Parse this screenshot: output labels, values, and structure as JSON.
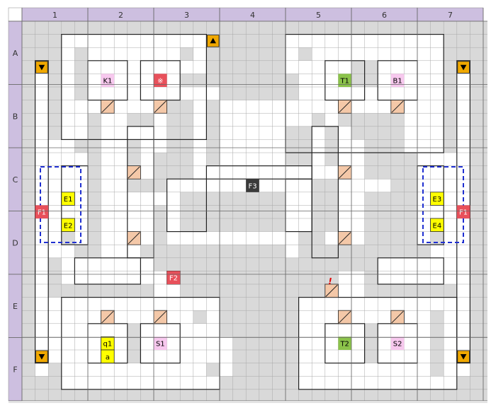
{
  "grid": {
    "columns": [
      "1",
      "2",
      "3",
      "4",
      "5",
      "6",
      "7"
    ],
    "rows": [
      "A",
      "B",
      "C",
      "D",
      "E",
      "F"
    ]
  },
  "colors": {
    "header_bg": "#cdbfe0",
    "floor": "#ffffff",
    "wall": "#d9d9d9",
    "grid_line": "#a8a8a8",
    "wall_edge": "#222222",
    "door": "#f4c8a8",
    "stairs_arrow": "#f0a800",
    "pink_marker": "#f7c8ee",
    "red_marker": "#e8505a",
    "green_marker": "#8bc34a",
    "yellow_marker": "#ffff00",
    "dark_marker": "#3a3a3a",
    "dash": "#1f2fd0"
  },
  "markers": [
    {
      "id": "K1",
      "label": "K1",
      "kind": "pink"
    },
    {
      "id": "X",
      "label": "※",
      "kind": "red"
    },
    {
      "id": "T1",
      "label": "T1",
      "kind": "green"
    },
    {
      "id": "B1",
      "label": "B1",
      "kind": "pink"
    },
    {
      "id": "F3",
      "label": "F3",
      "kind": "dark"
    },
    {
      "id": "E1",
      "label": "E1",
      "kind": "yellow"
    },
    {
      "id": "E2",
      "label": "E2",
      "kind": "yellow"
    },
    {
      "id": "E3",
      "label": "E3",
      "kind": "yellow"
    },
    {
      "id": "E4",
      "label": "E4",
      "kind": "yellow"
    },
    {
      "id": "F1L",
      "label": "F1",
      "kind": "red"
    },
    {
      "id": "F1R",
      "label": "F1",
      "kind": "red"
    },
    {
      "id": "F2",
      "label": "F2",
      "kind": "red"
    },
    {
      "id": "q1",
      "label": "q1",
      "kind": "yellow"
    },
    {
      "id": "a",
      "label": "a",
      "kind": "yellow"
    },
    {
      "id": "S1",
      "label": "S1",
      "kind": "pink"
    },
    {
      "id": "T2",
      "label": "T2",
      "kind": "green"
    },
    {
      "id": "S2",
      "label": "S2",
      "kind": "pink"
    }
  ],
  "note_mark": "!",
  "stairs": [
    {
      "id": "up-a3",
      "direction": "up"
    },
    {
      "id": "down-a1",
      "direction": "down"
    },
    {
      "id": "down-a7",
      "direction": "down"
    },
    {
      "id": "down-f1",
      "direction": "down"
    },
    {
      "id": "down-f7",
      "direction": "down"
    }
  ]
}
